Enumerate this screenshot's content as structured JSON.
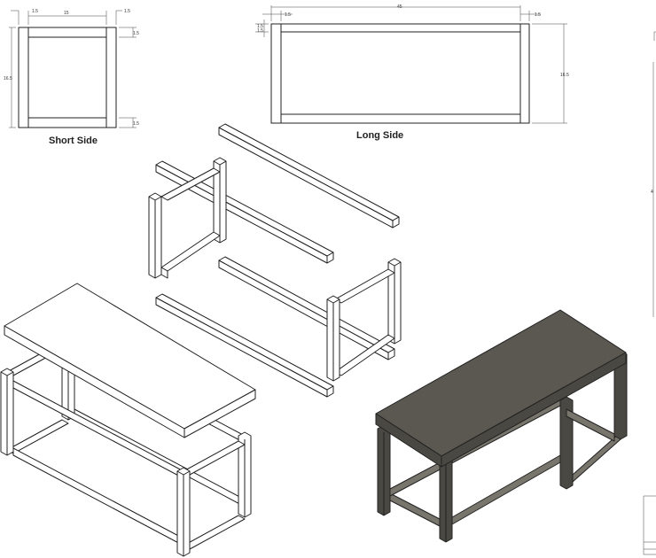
{
  "views": {
    "short_side": {
      "title": "Short Side",
      "dim_top_left": "1.5",
      "dim_top_width": "15",
      "dim_top_right": "1.5",
      "dim_right_top": "1.5",
      "dim_right_bottom": "1.5",
      "dim_left_height": "16.5"
    },
    "long_side": {
      "title": "Long Side",
      "dim_top_left_small": "1.5",
      "dim_top_width": "45",
      "dim_top_right": "1.5",
      "dim_left_top": "1.5",
      "dim_left_second": "1.5",
      "dim_right_height": "16.5"
    },
    "edge_sheet": {
      "dim_mid": "4"
    }
  },
  "colors": {
    "line": "#222222",
    "dark_top": "#5a5850",
    "dark_side": "#4a4842",
    "background": "#ffffff"
  }
}
